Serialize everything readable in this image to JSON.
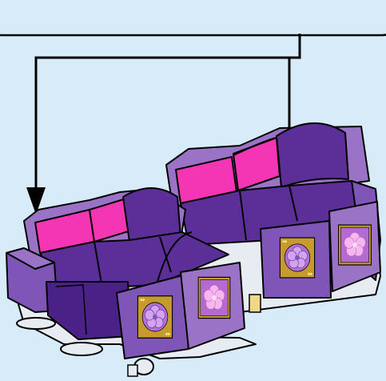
{
  "diagram": {
    "subject": "seat-set-assembly",
    "callout": "",
    "parts": [
      "callout-box",
      "leader-lines",
      "left-seat-unit",
      "right-seat-unit",
      "flower-panels"
    ],
    "colors": {
      "background": "#d7ebf8",
      "outline": "#000000",
      "seat_purple": "#5b2f97",
      "seat_purple_light": "#7f56b8",
      "frame_lilac": "#9b73c6",
      "backrest_pink": "#f436b5",
      "panel_gold": "#c79a2d",
      "flower_pink": "#f0a0e8",
      "flower_violet": "#b071d6",
      "base_grey": "#e7ecf3"
    }
  }
}
